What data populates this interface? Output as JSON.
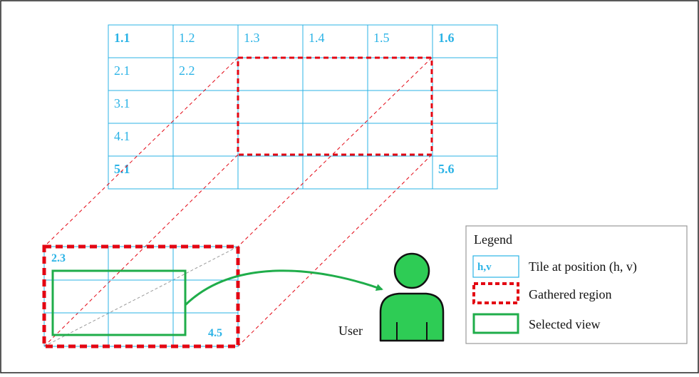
{
  "colors": {
    "tile": "#2bb3e6",
    "gathered": "#e30613",
    "selected": "#1fad4a",
    "user_fill": "#2ecc55",
    "border": "#222222",
    "legend_border": "#999999",
    "guide": "#9a9a9a"
  },
  "grid": {
    "rows": 5,
    "cols": 6,
    "labels": [
      [
        "1.1",
        "1.2",
        "1.3",
        "1.4",
        "1.5",
        "1.6"
      ],
      [
        "2.1",
        "2.2",
        "",
        "",
        "",
        ""
      ],
      [
        "3.1",
        "",
        "",
        "",
        "",
        ""
      ],
      [
        "4.1",
        "",
        "",
        "",
        "",
        ""
      ],
      [
        "5.1",
        "",
        "",
        "",
        "",
        "5.6"
      ]
    ],
    "bold": [
      "1.1",
      "1.6",
      "5.1",
      "5.6"
    ]
  },
  "gathered": {
    "from": "2.3",
    "to": "4.5"
  },
  "zoom_view": {
    "corner_top_left_label": "2.3",
    "corner_bottom_right_label": "4.5"
  },
  "user": {
    "label": "User",
    "icon": "user-icon"
  },
  "legend": {
    "title": "Legend",
    "items": [
      {
        "symbol_text": "h,v",
        "label": "Tile at position (h, v)"
      },
      {
        "label": "Gathered region"
      },
      {
        "label": "Selected view"
      }
    ]
  }
}
